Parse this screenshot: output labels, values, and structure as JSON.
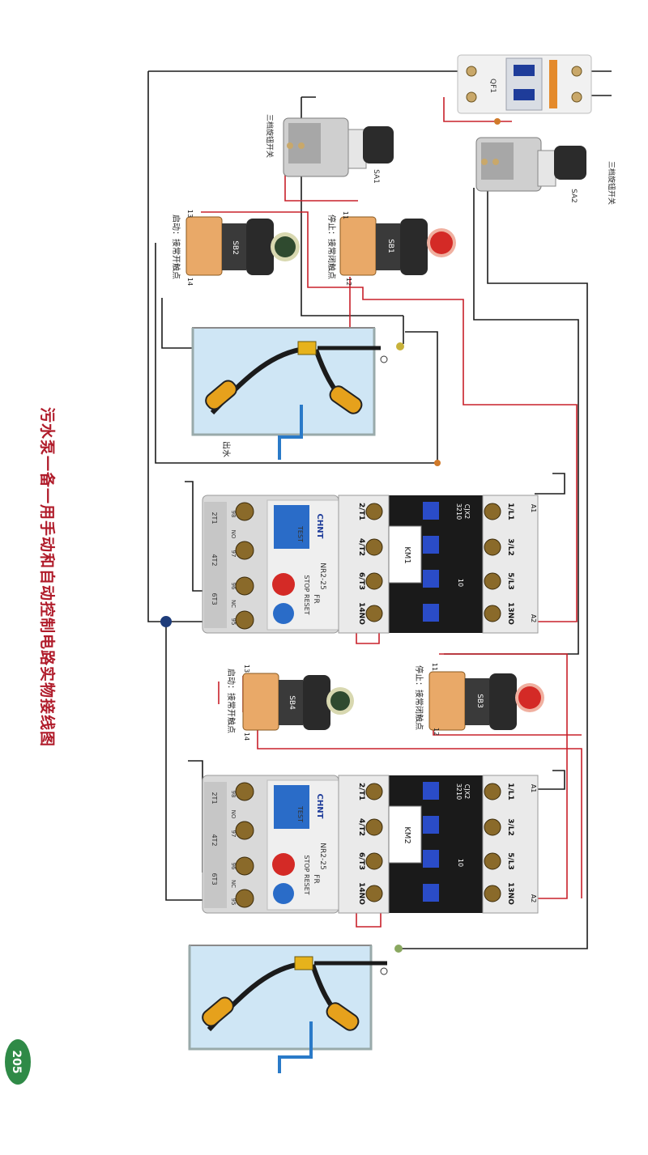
{
  "page": {
    "title": "污水泵一备一用手动和自动控制电路实物接线图",
    "page_number": "205"
  },
  "colors": {
    "title_red": "#b01b2a",
    "wire_black": "#1c1c1c",
    "wire_red": "#c8202a",
    "breaker_orange": "#e48a2c",
    "terminal_brown": "#8a6a2a",
    "contactor_black": "#1a1a1a",
    "coil_blue": "#2a4cc8",
    "tank_blue": "#cfe6f5",
    "button_green": "#2f4a2f",
    "button_red": "#d42a26",
    "page_badge": "#2f8a47"
  },
  "breaker": {
    "label": "QF1"
  },
  "selectors": [
    {
      "id": "SA1",
      "caption": "三档旋钮开关"
    },
    {
      "id": "SA2",
      "caption": "三档旋钮开关"
    }
  ],
  "buttons": [
    {
      "id": "SB2",
      "caption": "启动：接常开触点",
      "t1": "13",
      "t2": "14",
      "color": "black"
    },
    {
      "id": "SB1",
      "caption": "停止：接常闭触点",
      "t1": "11",
      "t2": "12",
      "color": "red"
    },
    {
      "id": "SB4",
      "caption": "启动：接常开触点",
      "t1": "13",
      "t2": "14",
      "color": "black"
    },
    {
      "id": "SB3",
      "caption": "停止：接常闭触点",
      "t1": "11",
      "t2": "12",
      "color": "red"
    }
  ],
  "tanks": [
    {
      "id": "tank1",
      "outlet_label": "出水"
    },
    {
      "id": "tank2",
      "outlet_label": ""
    }
  ],
  "contactors": [
    {
      "id": "KM1",
      "model": "CJX2",
      "rating": "3210",
      "top_terminals": [
        "1/L1",
        "3/L2",
        "5/L3",
        "13NO"
      ],
      "bottom_terminals": [
        "2/T1",
        "4/T2",
        "6/T3",
        "14NO"
      ],
      "coil_top": "A1",
      "coil_bottom": "A2",
      "aux": "10"
    },
    {
      "id": "KM2",
      "model": "CJX2",
      "rating": "3210",
      "top_terminals": [
        "1/L1",
        "3/L2",
        "5/L3",
        "13NO"
      ],
      "bottom_terminals": [
        "2/T1",
        "4/T2",
        "6/T3",
        "14NO"
      ],
      "coil_top": "A1",
      "coil_bottom": "A2",
      "aux": "10"
    }
  ],
  "relays": [
    {
      "id": "FR1",
      "brand": "CHNT",
      "model": "NR2-25",
      "tag": "FR",
      "test": "TEST",
      "stop_reset": "STOP RESET",
      "terminals": [
        "2T1",
        "4T2",
        "6T3"
      ],
      "aux": [
        "98",
        "NO",
        "97",
        "96",
        "NC",
        "95"
      ]
    },
    {
      "id": "FR2",
      "brand": "CHNT",
      "model": "NR2-25",
      "tag": "FR",
      "test": "TEST",
      "stop_reset": "STOP RESET",
      "terminals": [
        "2T1",
        "4T2",
        "6T3"
      ],
      "aux": [
        "98",
        "NO",
        "97",
        "96",
        "NC",
        "95"
      ]
    }
  ]
}
